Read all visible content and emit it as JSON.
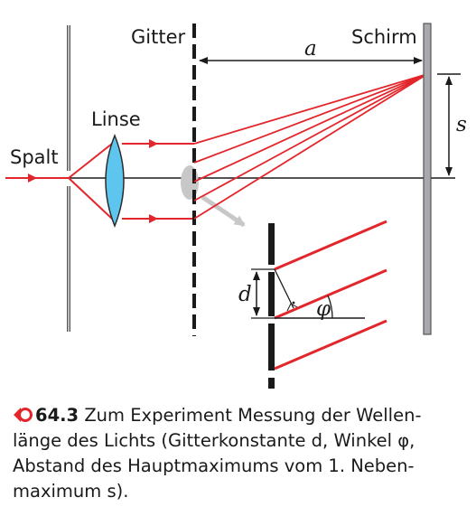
{
  "labels": {
    "gitter": "Gitter",
    "schirm": "Schirm",
    "linse": "Linse",
    "spalt": "Spalt",
    "a": "a",
    "s": "s",
    "d": "d",
    "phi": "φ"
  },
  "caption": {
    "number": "64.3",
    "text": "Zum Experiment Messung der Wellen-länge des Lichts (Gitterkonstante d, Winkel φ, Abstand des Hauptmaximums vom 1. Neben-maximum s)."
  },
  "colors": {
    "ray": "#e3262c",
    "lens": "#5ec5ee",
    "screen": "#a7a9ac",
    "zoom": "#c8c8c8"
  }
}
